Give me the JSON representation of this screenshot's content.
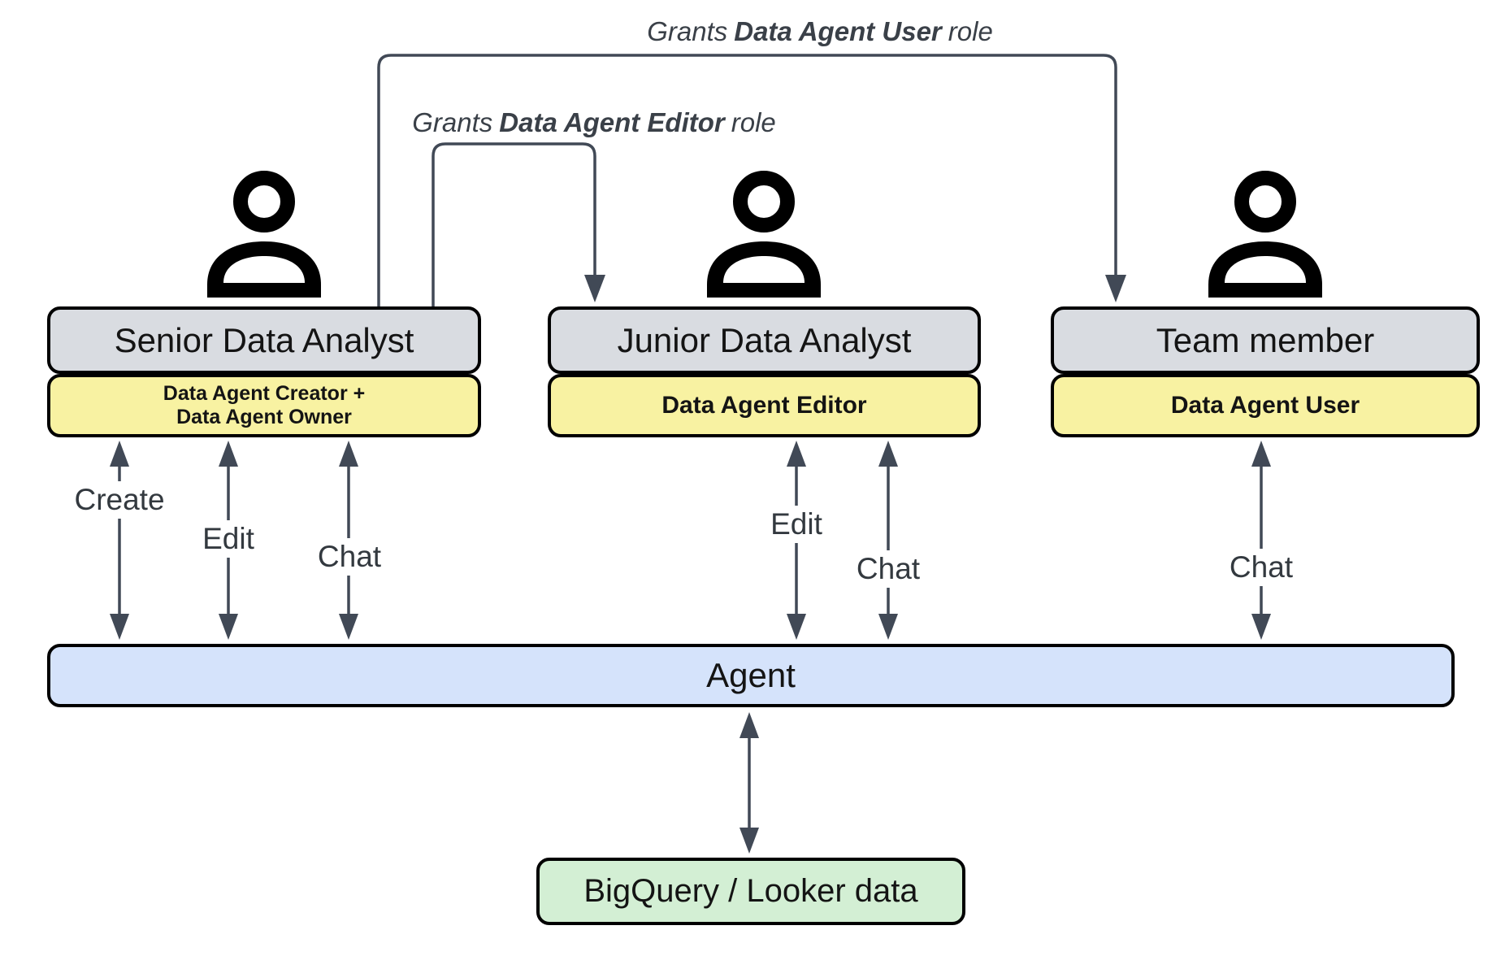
{
  "grant_labels": {
    "user": {
      "prefix": "Grants",
      "bold": "Data Agent User",
      "suffix": "role"
    },
    "editor": {
      "prefix": "Grants",
      "bold": "Data Agent Editor",
      "suffix": "role"
    }
  },
  "actors": [
    {
      "title": "Senior Data Analyst",
      "roles": [
        "Data Agent Creator +",
        "Data Agent Owner"
      ],
      "actions": [
        "Create",
        "Edit",
        "Chat"
      ]
    },
    {
      "title": "Junior Data Analyst",
      "roles": [
        "Data Agent Editor"
      ],
      "actions": [
        "Edit",
        "Chat"
      ]
    },
    {
      "title": "Team member",
      "roles": [
        "Data Agent User"
      ],
      "actions": [
        "Chat"
      ]
    }
  ],
  "agent": {
    "label": "Agent"
  },
  "datastore": {
    "label": "BigQuery / Looker data"
  },
  "colors": {
    "actor_box": "#d9dce1",
    "role_box": "#f8f2a2",
    "agent_bar": "#d5e3fb",
    "datastore_box": "#d3efd4",
    "connector": "#414956",
    "border": "#000000",
    "label_text": "#33393f"
  }
}
